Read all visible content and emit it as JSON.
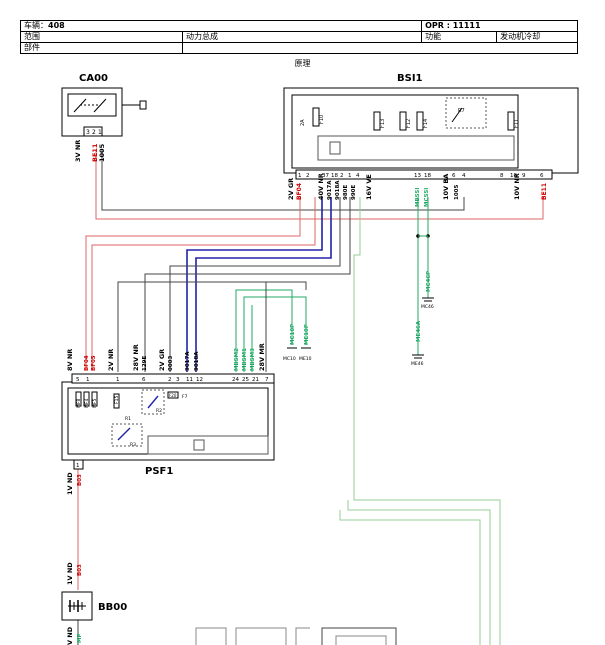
{
  "header": {
    "vehicle_label": "车辆：",
    "vehicle_value": "408",
    "opr": "OPR : 11111",
    "scope_label": "范围",
    "group_label": "动力总成",
    "function_label": "功能",
    "function_value": "发动机冷却",
    "parts_label": "部件"
  },
  "page_title": "原理",
  "components": {
    "ca00": "CA00",
    "bsi1": "BSI1",
    "psf1": "PSF1",
    "bb00": "BB00"
  },
  "connectors": {
    "ca00_conn": "3V NR",
    "bsi_40v": "40V NR",
    "bsi_2v": "2V GR",
    "bsi_16v": "16V VE",
    "bsi_10vba": "10V BA",
    "bsi_10vnr": "10V NR",
    "psf_8v": "8V NR",
    "psf_2v": "2V NR",
    "psf_28vnr": "28V NR",
    "psf_2vgr": "2V GR",
    "psf_28vmr": "28V MR",
    "psf_1vnd": "1V ND",
    "bb_1vnd": "1V ND",
    "bb_vnd": "V ND"
  },
  "wires": {
    "be11": "BE11",
    "w1005": "1005",
    "bf04": "BF04",
    "w9017a": "9017A",
    "w9018a": "9018A",
    "w980e": "980E",
    "w990e": "990E",
    "mbssi": "MBSSI",
    "mcssi": "MCSSI",
    "mc46p": "MC46P",
    "me46a": "ME46A",
    "w1005b": "1005",
    "bf04b": "BF04",
    "bf05": "BF05",
    "w129e": "129E",
    "w0003": "0003",
    "mbsm2": "MBSM2",
    "mbsm1": "MBSM1",
    "mbsm3": "MBSM3",
    "mc10p": "MC10P",
    "me10p": "ME10P",
    "b03": "B03",
    "mp": "MP"
  },
  "grounds": {
    "mc46": "MC46",
    "me46": "ME46",
    "mc10": "MC10",
    "me10": "ME10"
  },
  "pins": {
    "ca00": [
      "3",
      "2",
      "1"
    ],
    "bsi_left": [
      "1",
      "2"
    ],
    "bsi_40v": [
      "37",
      "18",
      "2",
      "1",
      "4"
    ],
    "bsi_16v": [
      "13",
      "18"
    ],
    "bsi_10vba": [
      "6",
      "4"
    ],
    "bsi_10vnr": [
      "8",
      "10",
      "9",
      "6"
    ],
    "psf_8v": [
      "5",
      "1"
    ],
    "psf_2v": [
      "1"
    ],
    "psf_28vnr": [
      "6"
    ],
    "psf_2vgr": [
      "2",
      "3"
    ],
    "psf_28": [
      "11",
      "12"
    ],
    "psf_28vmr": [
      "24",
      "25",
      "21",
      "7"
    ],
    "psf_bottom": [
      "1"
    ]
  },
  "fuses": {
    "mf8": "MF8",
    "mf4": "MF4",
    "mf5": "MF5",
    "f15": "F15",
    "r1": "R1",
    "r2": "R2",
    "f20": "F20",
    "f7": "F7",
    "r3": "R3",
    "bsi_f10": "F10",
    "bsi_f13": "F13",
    "bsi_f12": "F12",
    "bsi_f14": "F14",
    "bsi_f11": "F11",
    "bsi_r7": "R7",
    "bsi_2a": "2A"
  }
}
